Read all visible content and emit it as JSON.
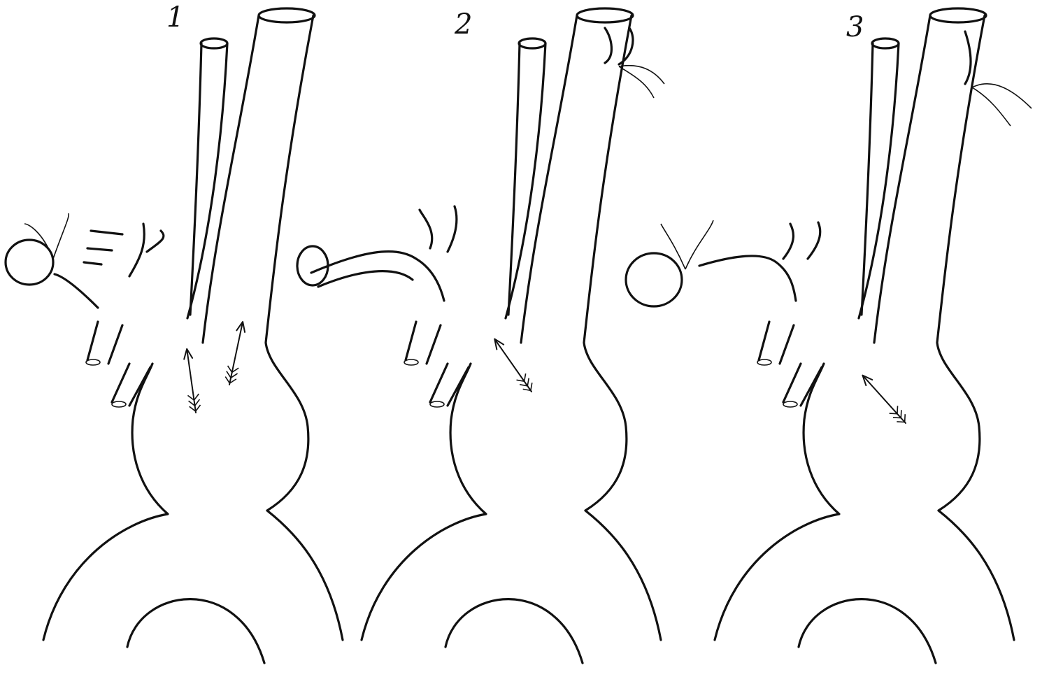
{
  "figures": [
    {
      "label": "1",
      "description_arrows": 2
    },
    {
      "label": "2",
      "description_arrows": 1
    },
    {
      "label": "3",
      "description_arrows": 1
    }
  ],
  "colors": {
    "ink": "#111111",
    "paper": "#ffffff"
  }
}
